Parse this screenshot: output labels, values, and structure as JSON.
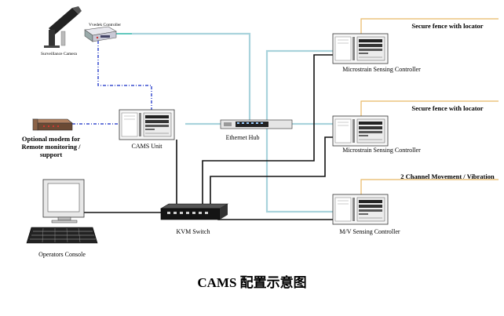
{
  "labels": {
    "video_controller": "Vvedek Controller",
    "surveillance_camera": "Surveillance Camera",
    "modem": [
      "Optional modem for",
      "Remote monitoring /",
      "support"
    ],
    "cams_unit": "CAMS Unit",
    "ethernet_hub": "Ethernet Hub",
    "kvm_switch": "KVM Switch",
    "operators_console": "Operators Console",
    "controller1": "Microstrain Sensing Controller",
    "controller2": "Microstrain Sensing Controller",
    "controller3": "M/V Sensing Controller",
    "zone1": "Secure fence with locator",
    "zone2": "Secure fence with locator",
    "zone3": "2 Channel Movement / Vibration"
  },
  "caption": "CAMS 配置示意图",
  "colors": {
    "ethernet": "#a9d3dc",
    "video": "#2fb5a8",
    "modem_link": "#3a4fcf",
    "kvm_link": "#111111",
    "zone_line": "#e8b864"
  },
  "icons": {
    "camera": "surveillance-camera-icon",
    "controller": "video-controller-icon",
    "modem": "modem-icon",
    "pc": "pc-tower-icon",
    "hub": "ethernet-hub-icon",
    "kvm": "kvm-switch-icon",
    "console": "computer-console-icon"
  }
}
